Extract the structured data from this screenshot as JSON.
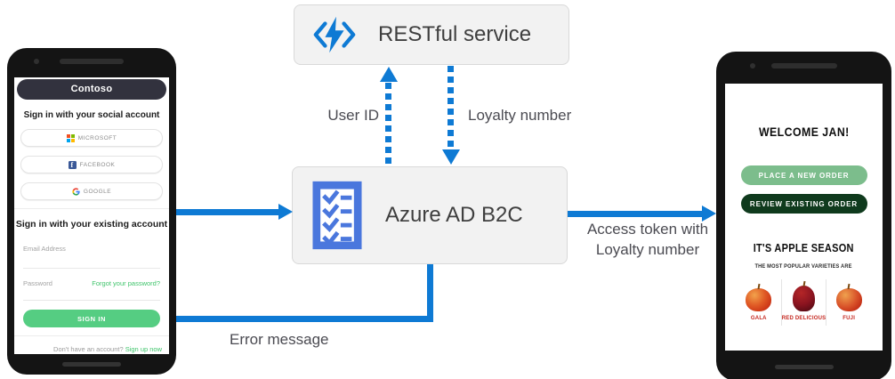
{
  "diagram": {
    "nodes": {
      "restful_service": {
        "label": "RESTful service",
        "icon": "code-lightning-icon"
      },
      "azure_ad_b2c": {
        "label": "Azure AD B2C",
        "icon": "checklist-icon"
      }
    },
    "labels": {
      "user_id": "User ID",
      "loyalty_number": "Loyalty number",
      "access_token": "Access token with Loyalty number",
      "error_message": "Error message"
    },
    "colors": {
      "arrow_blue": "#0e7ad4",
      "icon_blue": "#4a77dd",
      "box_background": "#f2f2f2",
      "box_border": "#d9d9d9",
      "label_text": "#4b4b52"
    }
  },
  "left_phone": {
    "header": "Contoso",
    "social_heading": "Sign in with your social account",
    "social_buttons": [
      {
        "label": "MICROSOFT",
        "icon": "microsoft-logo-icon"
      },
      {
        "label": "FACEBOOK",
        "icon": "facebook-logo-icon"
      },
      {
        "label": "GOOGLE",
        "icon": "google-logo-icon"
      }
    ],
    "existing_heading": "Sign in with your existing account",
    "email_label": "Email Address",
    "password_label": "Password",
    "forgot_link": "Forgot your password?",
    "sign_in_button": "SIGN IN",
    "signup_text": "Don't have an account?",
    "signup_link": "Sign up now",
    "colors": {
      "header_bg": "#32323e",
      "green": "#55cd82"
    }
  },
  "right_phone": {
    "welcome": "WELCOME JAN!",
    "primary_button": "PLACE A NEW ORDER",
    "secondary_button": "REVIEW EXISTING ORDER",
    "season_title": "IT'S APPLE SEASON",
    "season_subtitle": "THE MOST POPULAR VARIETIES ARE",
    "apples": [
      {
        "name": "GALA"
      },
      {
        "name": "RED DELICIOUS"
      },
      {
        "name": "FUJI"
      }
    ],
    "colors": {
      "light_green": "#7cbd8c",
      "dark_green": "#0f3a1d",
      "apple_label_red": "#c5271f"
    }
  }
}
